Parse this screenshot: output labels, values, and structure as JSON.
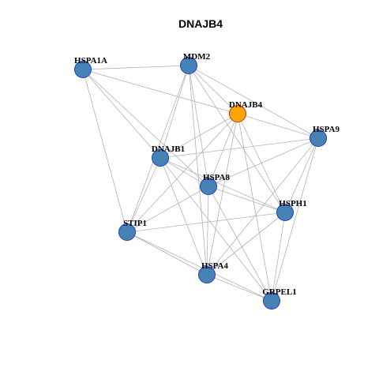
{
  "title": "DNAJB4",
  "colors": {
    "node_default": "#4682B4",
    "node_focus": "#FFA500",
    "node_stroke_default": "#1F3FBF",
    "node_stroke_focus": "#B03A1A",
    "edge": "#B3B3B3"
  },
  "nodes": [
    {
      "id": "HSPA1A",
      "label": "HSPA1A",
      "focus": false
    },
    {
      "id": "MDM2",
      "label": "MDM2",
      "focus": false
    },
    {
      "id": "DNAJB4",
      "label": "DNAJB4",
      "focus": true
    },
    {
      "id": "HSPA9",
      "label": "HSPA9",
      "focus": false
    },
    {
      "id": "DNAJB1",
      "label": "DNAJB1",
      "focus": false
    },
    {
      "id": "HSPA8",
      "label": "HSPA8",
      "focus": false
    },
    {
      "id": "HSPH1",
      "label": "HSPH1",
      "focus": false
    },
    {
      "id": "STIP1",
      "label": "STIP1",
      "focus": false
    },
    {
      "id": "HSPA4",
      "label": "HSPA4",
      "focus": false
    },
    {
      "id": "GRPEL1",
      "label": "GRPEL1",
      "focus": false
    }
  ],
  "edges": [
    [
      "HSPA1A",
      "MDM2"
    ],
    [
      "HSPA1A",
      "DNAJB4"
    ],
    [
      "HSPA1A",
      "DNAJB1"
    ],
    [
      "HSPA1A",
      "HSPA8"
    ],
    [
      "HSPA1A",
      "STIP1"
    ],
    [
      "MDM2",
      "DNAJB4"
    ],
    [
      "MDM2",
      "HSPA9"
    ],
    [
      "MDM2",
      "DNAJB1"
    ],
    [
      "MDM2",
      "HSPA8"
    ],
    [
      "MDM2",
      "HSPH1"
    ],
    [
      "MDM2",
      "STIP1"
    ],
    [
      "MDM2",
      "HSPA4"
    ],
    [
      "DNAJB4",
      "HSPA9"
    ],
    [
      "DNAJB4",
      "DNAJB1"
    ],
    [
      "DNAJB4",
      "HSPA8"
    ],
    [
      "DNAJB4",
      "HSPH1"
    ],
    [
      "DNAJB4",
      "STIP1"
    ],
    [
      "DNAJB4",
      "HSPA4"
    ],
    [
      "DNAJB4",
      "GRPEL1"
    ],
    [
      "HSPA9",
      "DNAJB1"
    ],
    [
      "HSPA9",
      "HSPA8"
    ],
    [
      "HSPA9",
      "HSPH1"
    ],
    [
      "HSPA9",
      "HSPA4"
    ],
    [
      "HSPA9",
      "GRPEL1"
    ],
    [
      "DNAJB1",
      "HSPA8"
    ],
    [
      "DNAJB1",
      "HSPH1"
    ],
    [
      "DNAJB1",
      "STIP1"
    ],
    [
      "DNAJB1",
      "HSPA4"
    ],
    [
      "DNAJB1",
      "GRPEL1"
    ],
    [
      "HSPA8",
      "HSPH1"
    ],
    [
      "HSPA8",
      "STIP1"
    ],
    [
      "HSPA8",
      "HSPA4"
    ],
    [
      "HSPA8",
      "GRPEL1"
    ],
    [
      "HSPH1",
      "STIP1"
    ],
    [
      "HSPH1",
      "HSPA4"
    ],
    [
      "HSPH1",
      "GRPEL1"
    ],
    [
      "STIP1",
      "HSPA4"
    ],
    [
      "STIP1",
      "GRPEL1"
    ],
    [
      "HSPA4",
      "GRPEL1"
    ]
  ]
}
